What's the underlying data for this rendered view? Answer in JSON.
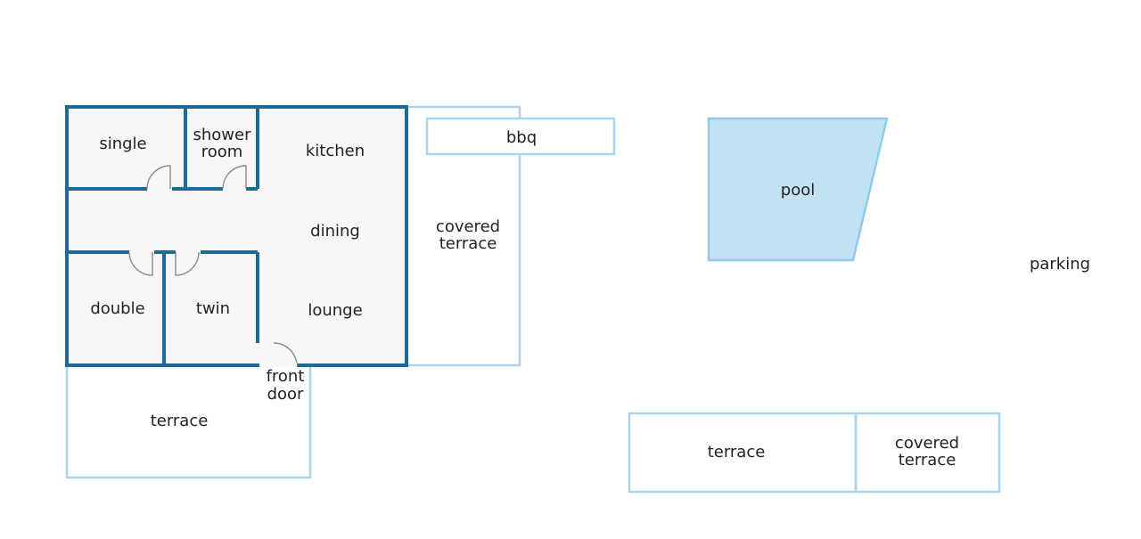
{
  "colors": {
    "wall": "#1e6a94",
    "outline_light": "#a9d6ec",
    "interior_fill": "#f7f7f7",
    "pool_fill": "#c2e2f4",
    "pool_stroke": "#8fcbe9",
    "door_arc": "#8a8a8a",
    "text": "#222222"
  },
  "rooms": {
    "single": "single",
    "shower_1": "shower",
    "shower_2": "room",
    "kitchen": "kitchen",
    "dining": "dining",
    "double": "double",
    "twin": "twin",
    "lounge": "lounge"
  },
  "outdoor": {
    "bbq": "bbq",
    "covered_terrace_1": "covered",
    "covered_terrace_2": "terrace",
    "pool": "pool",
    "parking": "parking",
    "terrace_front": "terrace",
    "front_door_1": "front",
    "front_door_2": "door",
    "terrace_right": "terrace",
    "covered_terrace_right_1": "covered",
    "covered_terrace_right_2": "terrace"
  }
}
